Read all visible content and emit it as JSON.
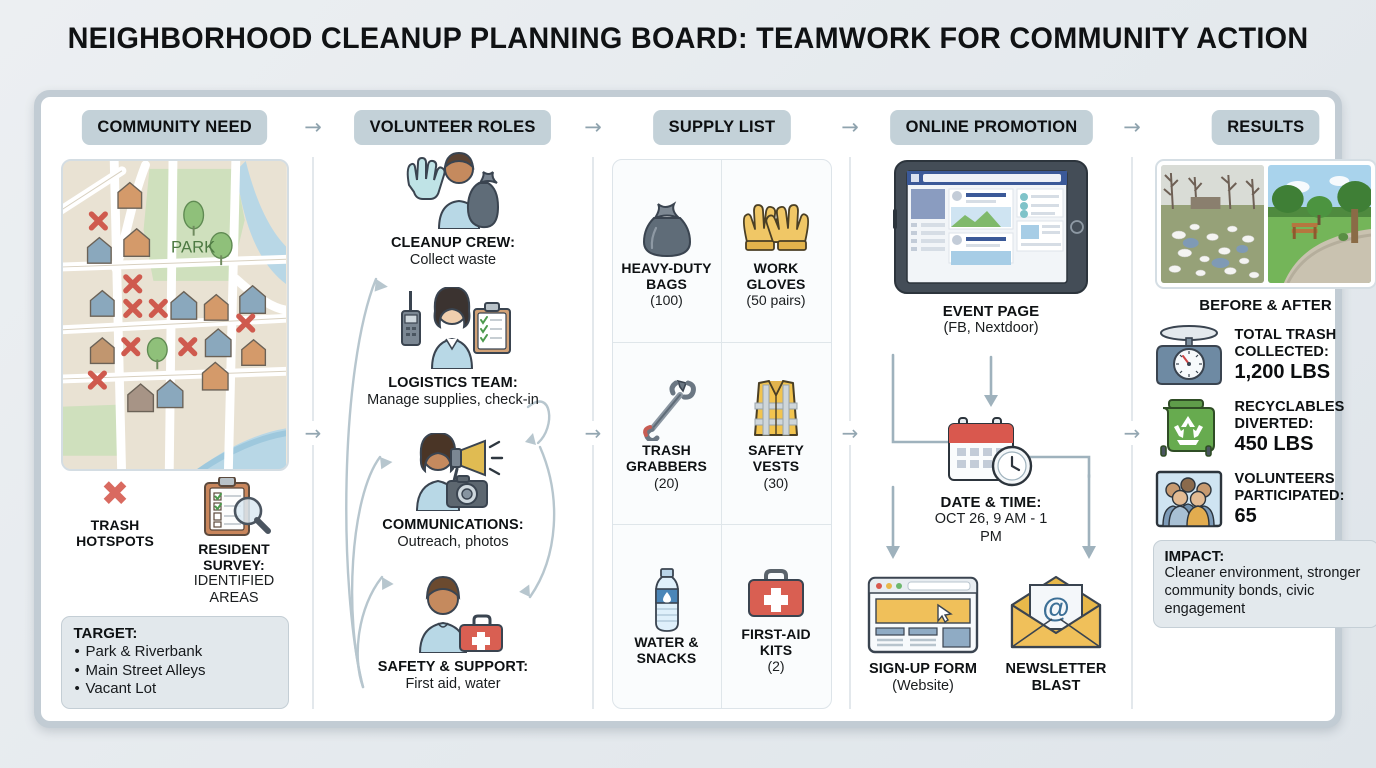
{
  "title": "NEIGHBORHOOD CLEANUP PLANNING BOARD: TEAMWORK FOR COMMUNITY ACTION",
  "flow_arrow": "→",
  "headers": [
    {
      "label": "COMMUNITY NEED"
    },
    {
      "label": "VOLUNTEER ROLES"
    },
    {
      "label": "SUPPLY LIST"
    },
    {
      "label": "ONLINE PROMOTION"
    },
    {
      "label": "RESULTS"
    }
  ],
  "community_need": {
    "map": {
      "park_label": "PARK"
    },
    "legend": [
      {
        "icon": "red-x-icon",
        "line1": "TRASH",
        "line2": "HOTSPOTS"
      },
      {
        "icon": "clipboard-magnifier-icon",
        "line1": "RESIDENT SURVEY:",
        "line2": "IDENTIFIED AREAS"
      }
    ],
    "target": {
      "heading": "TARGET:",
      "items": [
        "Park & Riverbank",
        "Main Street Alleys",
        "Vacant Lot"
      ]
    }
  },
  "volunteer_roles": [
    {
      "icon": "volunteer-glove-bag-icon",
      "title": "CLEANUP CREW:",
      "desc": "Collect waste"
    },
    {
      "icon": "radio-clipboard-icon",
      "title": "LOGISTICS TEAM:",
      "desc": "Manage supplies, check-in"
    },
    {
      "icon": "megaphone-camera-icon",
      "title": "COMMUNICATIONS:",
      "desc": "Outreach, photos"
    },
    {
      "icon": "first-aid-person-icon",
      "title": "SAFETY & SUPPORT:",
      "desc": "First aid, water"
    }
  ],
  "supply_list": [
    {
      "icon": "trash-bag-icon",
      "line1": "HEAVY-DUTY",
      "line2": "BAGS",
      "qty": "(100)"
    },
    {
      "icon": "work-gloves-icon",
      "line1": "WORK",
      "line2": "GLOVES",
      "qty": "(50 pairs)"
    },
    {
      "icon": "trash-grabber-icon",
      "line1": "TRASH",
      "line2": "GRABBERS",
      "qty": "(20)"
    },
    {
      "icon": "safety-vest-icon",
      "line1": "SAFETY",
      "line2": "VESTS",
      "qty": "(30)"
    },
    {
      "icon": "water-bottle-icon",
      "line1": "WATER &",
      "line2": "SNACKS",
      "qty": ""
    },
    {
      "icon": "first-aid-kit-icon",
      "line1": "FIRST-AID",
      "line2": "KITS",
      "qty": "(2)"
    }
  ],
  "online_promotion": {
    "event_page": {
      "icon": "tablet-social-page-icon",
      "title": "EVENT PAGE",
      "sub": "(FB, Nextdoor)"
    },
    "date_time": {
      "icon": "calendar-clock-icon",
      "title": "DATE & TIME:",
      "sub": "OCT 26, 9 AM - 1 PM"
    },
    "signup": {
      "icon": "browser-form-icon",
      "title": "SIGN-UP FORM",
      "sub": "(Website)"
    },
    "newsletter": {
      "icon": "email-envelope-icon",
      "title": "NEWSLETTER",
      "sub": "BLAST"
    }
  },
  "results": {
    "before_after_label": "BEFORE & AFTER",
    "stats": [
      {
        "icon": "kitchen-scale-icon",
        "line1": "TOTAL TRASH",
        "line2": "COLLECTED:",
        "value": "1,200 LBS"
      },
      {
        "icon": "recycling-bin-icon",
        "line1": "RECYCLABLES",
        "line2": "DIVERTED:",
        "value": "450 LBS"
      },
      {
        "icon": "volunteer-group-icon",
        "line1": "VOLUNTEERS",
        "line2": "PARTICIPATED:",
        "value": "65"
      }
    ],
    "impact": {
      "heading": "IMPACT:",
      "text": "Cleaner environment, stronger community bonds, civic engagement"
    }
  },
  "colors": {
    "board_border": "#c2ccd4",
    "pill_bg": "#c3d1d8",
    "accent_red": "#d96a60",
    "accent_green": "#4a9a4a",
    "accent_yellow": "#f0c05a",
    "arrow_gray": "#93a6b1",
    "panel_bg": "#e2e8ec"
  }
}
